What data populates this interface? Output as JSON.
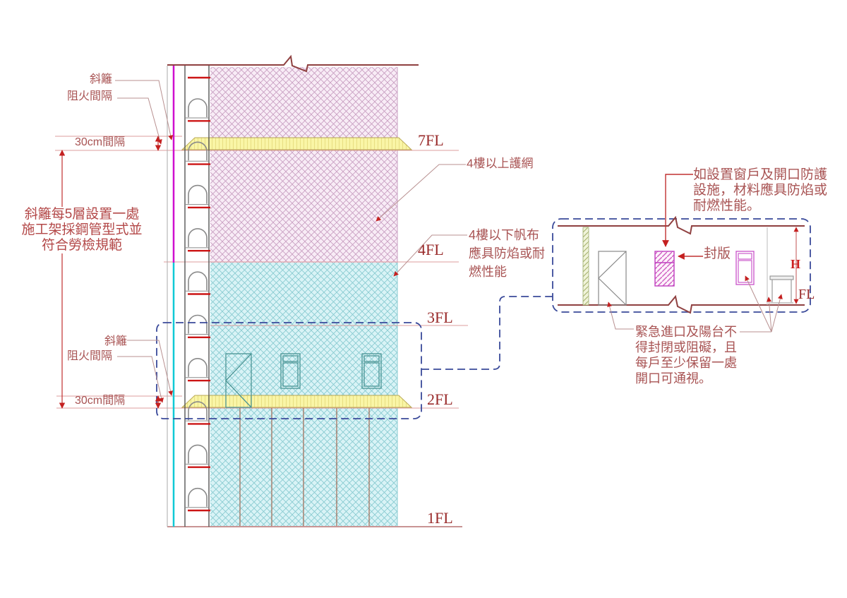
{
  "colors": {
    "annotation_text": "#a85353",
    "floor_label": "#992a2a",
    "wall_line": "#8f4040",
    "tie_red": "#cc1515",
    "arrow_red": "#c42020",
    "upper_screen_magenta": "#cf0fcf",
    "lower_screen_cyan": "#10c9d6",
    "net_hatch_pink": "#c79cc0",
    "canvas_hatch_cyan": "#86cad0",
    "catch_fan_yellow": "#f9f5a6",
    "callout_navy": "#3a4a9a"
  },
  "floor_labels": {
    "f7": "7FL",
    "f4": "4FL",
    "f3": "3FL",
    "f2": "2FL",
    "f1": "1FL"
  },
  "annotations": {
    "slant_screen_top": "斜籬",
    "fire_gap_top": "阻火間隔",
    "gap_30cm_top": "30cm間隔",
    "left_note": [
      "斜籬每5層設置一處",
      "施工架採鋼管型式並",
      "符合勞檢規範"
    ],
    "slant_screen_bottom": "斜籬",
    "fire_gap_bottom": "阻火間隔",
    "gap_30cm_bottom": "30cm間隔",
    "net_above_4f": "4樓以上護網",
    "canvas_below_4f": [
      "4樓以下帆布",
      "應具防焰或耐",
      "燃性能"
    ]
  },
  "detail": {
    "window_note": [
      "如設置窗戶及開口防護",
      "設施，材料應具防焰或",
      "耐燃性能。"
    ],
    "seal_plate": "封版",
    "height_label": "H",
    "floor_level_label": "FL",
    "emergency_note": [
      "緊急進口及陽台不",
      "得封閉或阻礙，且",
      "每戶至少保留一處",
      "開口可通視。"
    ]
  }
}
